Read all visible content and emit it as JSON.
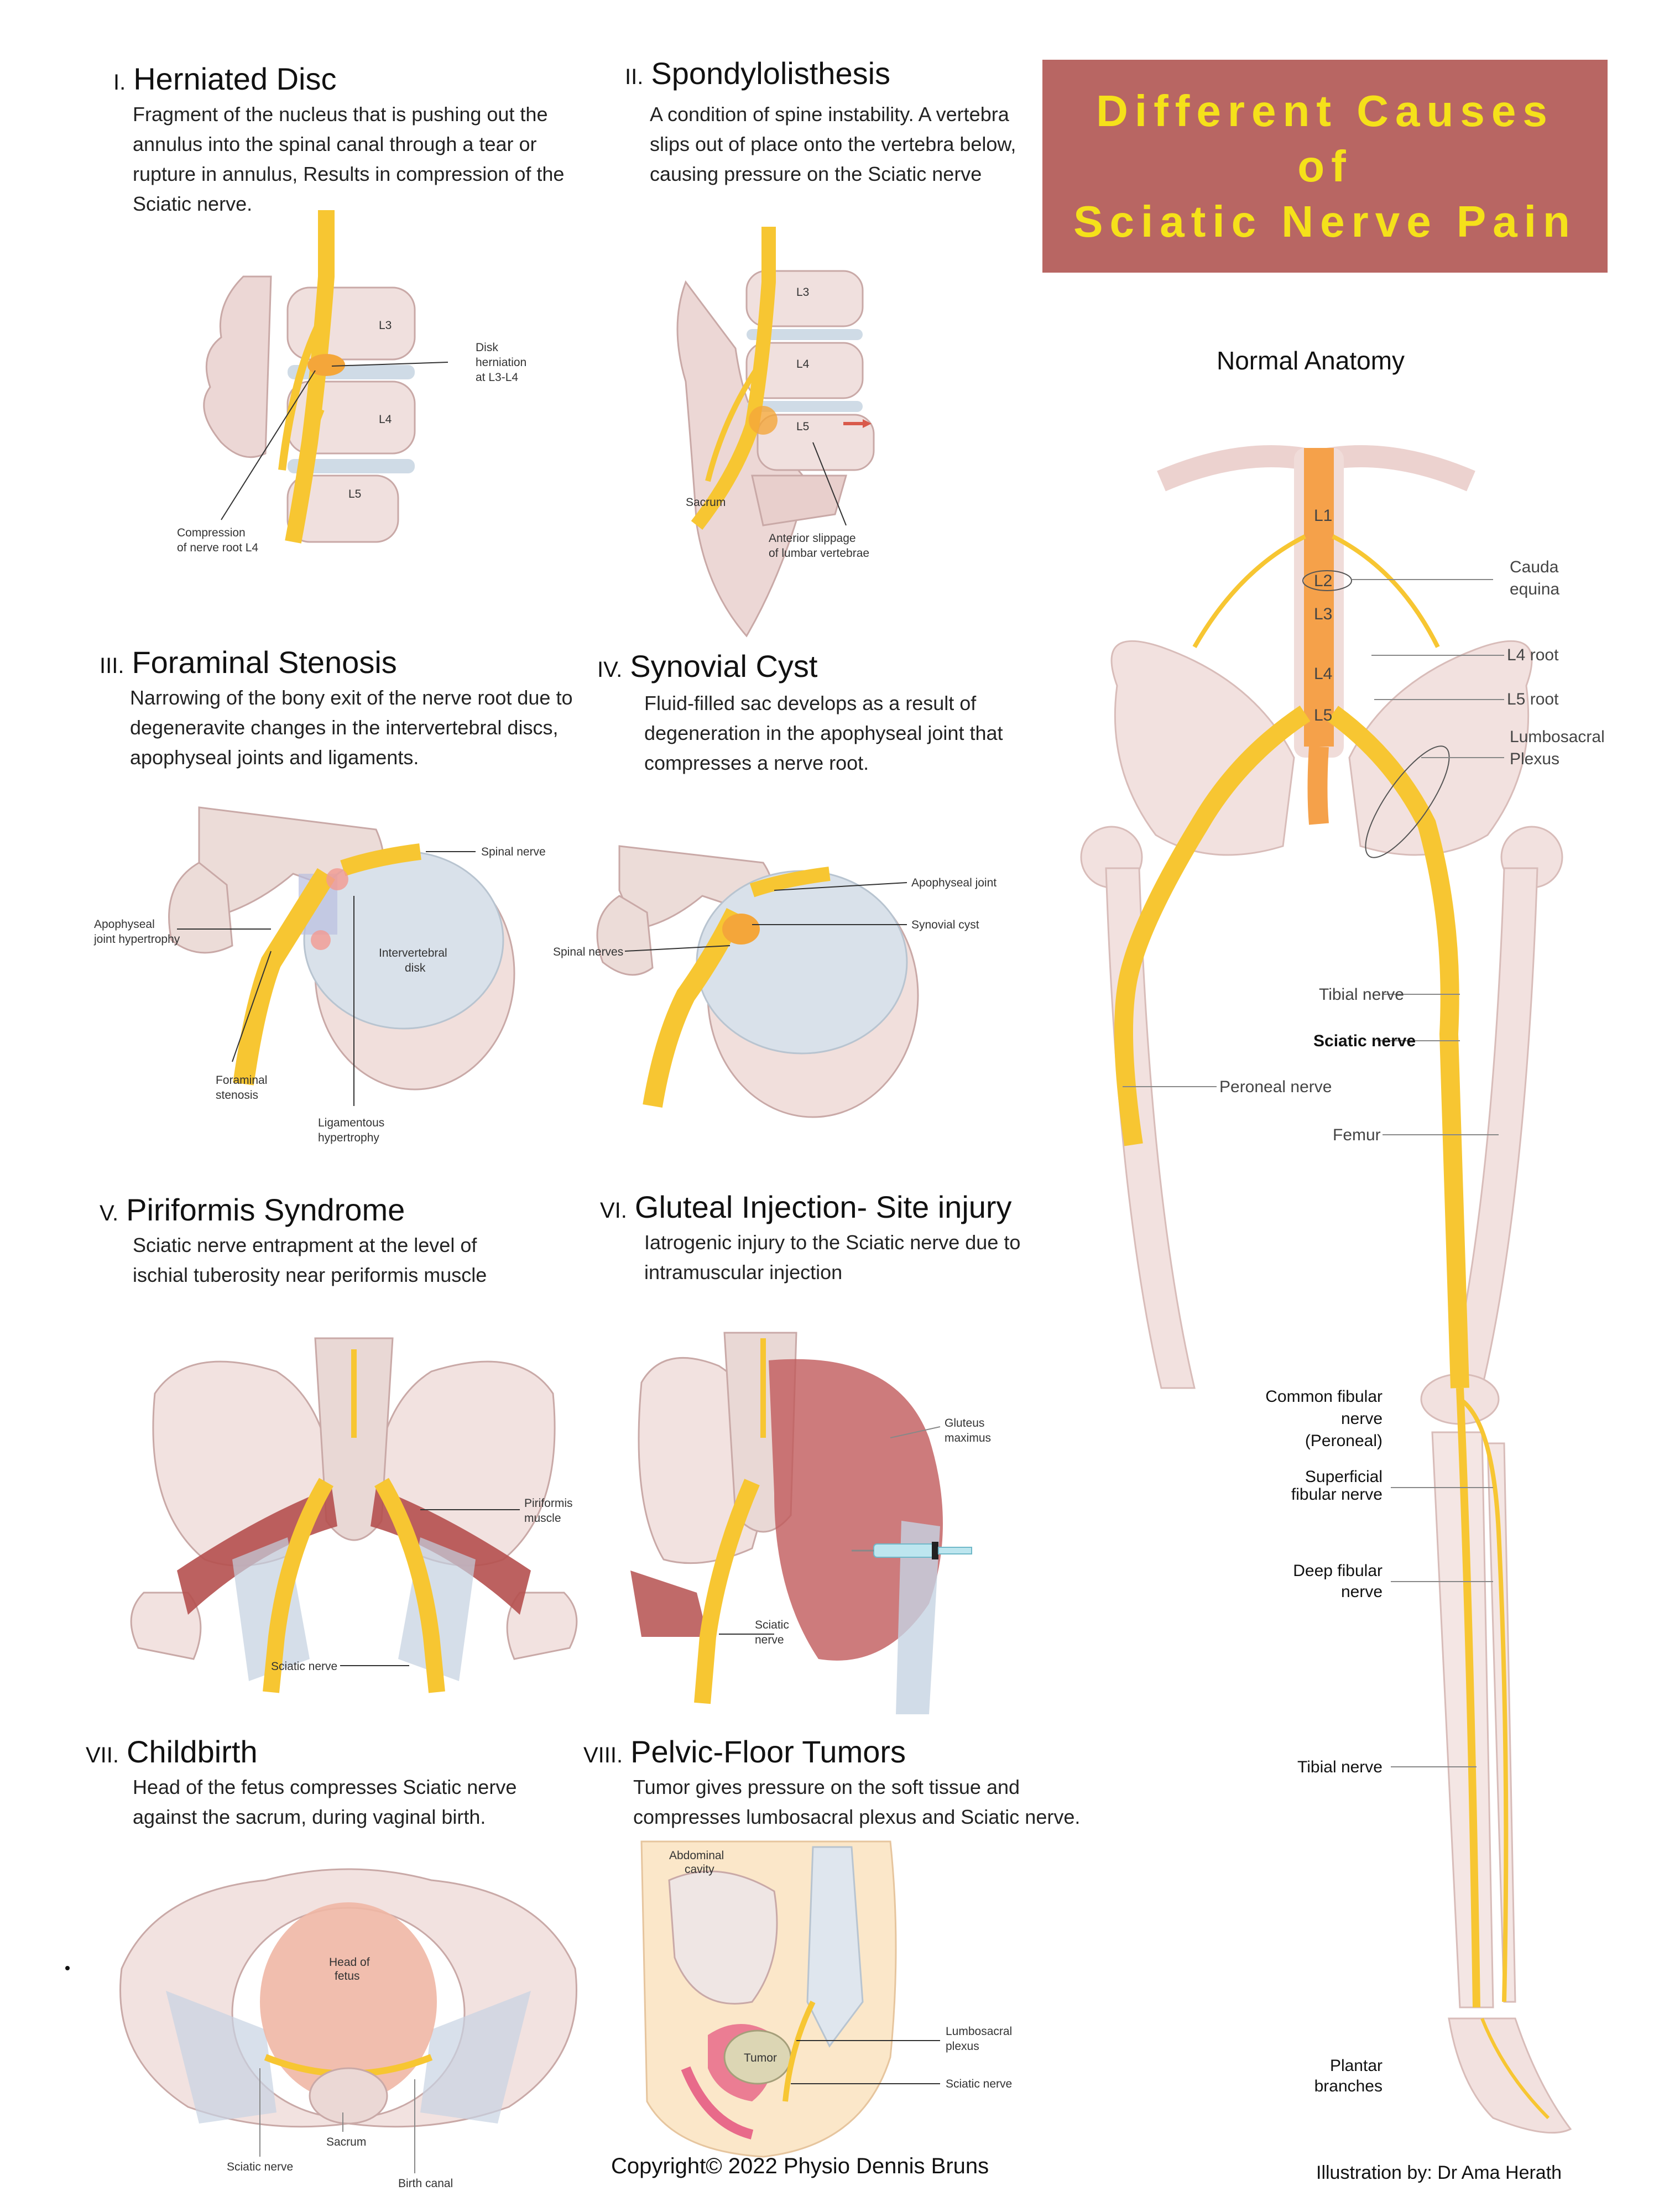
{
  "title": [
    "Different Causes",
    "of",
    "Sciatic Nerve Pain"
  ],
  "normal_anatomy": {
    "heading": "Normal Anatomy",
    "labels": {
      "l1": "L1",
      "l2": "L2",
      "l3": "L3",
      "l4": "L4",
      "l5": "L5",
      "cauda_1": "Cauda",
      "cauda_2": "equina",
      "l4root": "L4 root",
      "l5root": "L5 root",
      "lumbo_1": "Lumbosacral",
      "lumbo_2": "Plexus",
      "tibial": "Tibial nerve",
      "sciatic": "Sciatic nerve",
      "peroneal": "Peroneal nerve",
      "femur": "Femur",
      "cfn_1": "Common fibular",
      "cfn_2": "nerve",
      "cfn_3": "(Peroneal)",
      "sfn_1": "Superficial",
      "sfn_2": "fibular nerve",
      "dfn_1": "Deep fibular",
      "dfn_2": "nerve",
      "tibial2": "Tibial nerve",
      "plantar_1": "Plantar",
      "plantar_2": "branches"
    }
  },
  "sections": [
    {
      "num": "I.",
      "title": "Herniated Disc",
      "desc": "Fragment of the nucleus that is pushing out the annulus into the spinal canal through a tear or rupture in annulus, Results in compression of the Sciatic nerve.",
      "labels": {
        "l3": "L3",
        "l4": "L4",
        "l5": "L5",
        "disk_1": "Disk",
        "disk_2": "herniation",
        "disk_3": "at L3-L4",
        "comp_1": "Compression",
        "comp_2": "of nerve root L4"
      }
    },
    {
      "num": "II.",
      "title": "Spondylolisthesis",
      "desc": "A condition of spine instability. A vertebra slips out of place onto the vertebra below, causing pressure on the Sciatic nerve",
      "labels": {
        "l3": "L3",
        "l4": "L4",
        "l5": "L5",
        "sacrum": "Sacrum",
        "ant_1": "Anterior slippage",
        "ant_2": "of lumbar vertebrae"
      }
    },
    {
      "num": "III.",
      "title": "Foraminal Stenosis",
      "desc": "Narrowing of the bony exit of the nerve  root due to degeneravite changes in the intervertebral discs, apophyseal joints and ligaments.",
      "labels": {
        "spinal": "Spinal nerve",
        "apo_1": "Apophyseal",
        "apo_2": "joint hypertrophy",
        "disk_1": "Intervertebral",
        "disk_2": "disk",
        "for_1": "Foraminal",
        "for_2": "stenosis",
        "lig_1": "Ligamentous",
        "lig_2": "hypertrophy"
      }
    },
    {
      "num": "IV.",
      "title": "Synovial Cyst",
      "desc": "Fluid-filled sac develops as a result of degeneration in the apophyseal joint that compresses a nerve root.",
      "labels": {
        "apo": "Apophyseal joint",
        "cyst": "Synovial cyst",
        "spinal": "Spinal nerves"
      }
    },
    {
      "num": "V.",
      "title": "Piriformis Syndrome",
      "desc": "Sciatic nerve entrapment at the level of ischial tuberosity near periformis muscle",
      "labels": {
        "pir_1": "Piriformis",
        "pir_2": "muscle",
        "sciatic": "Sciatic nerve"
      }
    },
    {
      "num": "VI.",
      "title": "Gluteal Injection- Site injury",
      "desc": "Iatrogenic injury to the Sciatic nerve due to intramuscular injection",
      "labels": {
        "glut_1": "Gluteus",
        "glut_2": "maximus",
        "sci_1": "Sciatic",
        "sci_2": "nerve"
      }
    },
    {
      "num": "VII.",
      "title": "Childbirth",
      "desc": "Head of the fetus compresses Sciatic nerve against the sacrum, during vaginal birth.",
      "labels": {
        "head_1": "Head of",
        "head_2": "fetus",
        "sacrum": "Sacrum",
        "sciatic": "Sciatic nerve",
        "canal": "Birth canal"
      }
    },
    {
      "num": "VIII.",
      "title": "Pelvic-Floor Tumors",
      "desc": "Tumor gives pressure on the soft tissue and compresses lumbosacral plexus and Sciatic nerve.",
      "labels": {
        "abd_1": "Abdominal",
        "abd_2": "cavity",
        "tumor": "Tumor",
        "lumbo_1": "Lumbosacral",
        "lumbo_2": "plexus",
        "sciatic": "Sciatic nerve"
      }
    }
  ],
  "footer": {
    "copyright": "Copyright© 2022 Physio Dennis Bruns",
    "illustration_prefix": "Illustration by:",
    "illustration_name": "Dr Ama Herath"
  }
}
